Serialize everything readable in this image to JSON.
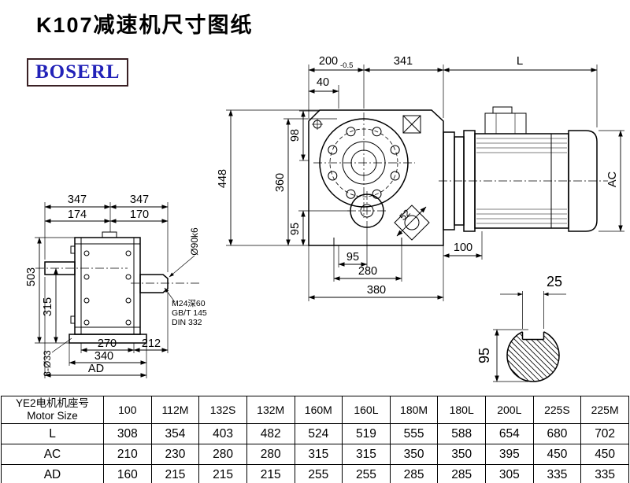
{
  "title": "K107减速机尺寸图纸",
  "logo": {
    "text": "BOSERL",
    "text_color": "#2222b8",
    "border_color": "#3a2024"
  },
  "drawing": {
    "front_view": {
      "dim_200": "200",
      "dim_200_tol": "-0.5",
      "dim_341": "341",
      "dim_l": "L",
      "dim_40": "40",
      "dim_98": "98",
      "dim_448": "448",
      "dim_360": "360",
      "dim_95_side": "95",
      "dim_52": "52",
      "dim_95_bottom": "95",
      "dim_100": "100",
      "dim_280": "280",
      "dim_380": "380",
      "dim_ac": "AC"
    },
    "side_view": {
      "dim_347_left": "347",
      "dim_347_right": "347",
      "dim_174": "174",
      "dim_170": "170",
      "dim_503": "503",
      "dim_315": "315",
      "dim_270": "270",
      "dim_212": "212",
      "dim_340": "340",
      "dim_ad": "AD",
      "label_8_d33": "8-Ø33",
      "label_d90k6": "Ø90k6",
      "label_m24": "M24深60",
      "label_gbt": "GB/T 145",
      "label_din": "DIN 332"
    },
    "shaft_section": {
      "dim_25": "25",
      "dim_95": "95"
    }
  },
  "table": {
    "header": {
      "cn": "YE2电机机座号",
      "en": "Motor Size"
    },
    "motor_sizes": [
      "100",
      "112M",
      "132S",
      "132M",
      "160M",
      "160L",
      "180M",
      "180L",
      "200L",
      "225S",
      "225M"
    ],
    "rows": [
      {
        "label": "L",
        "values": [
          "308",
          "354",
          "403",
          "482",
          "524",
          "519",
          "555",
          "588",
          "654",
          "680",
          "702"
        ]
      },
      {
        "label": "AC",
        "values": [
          "210",
          "230",
          "280",
          "280",
          "315",
          "315",
          "350",
          "350",
          "395",
          "450",
          "450"
        ]
      },
      {
        "label": "AD",
        "values": [
          "160",
          "215",
          "215",
          "215",
          "255",
          "255",
          "285",
          "285",
          "305",
          "335",
          "335"
        ]
      }
    ]
  }
}
